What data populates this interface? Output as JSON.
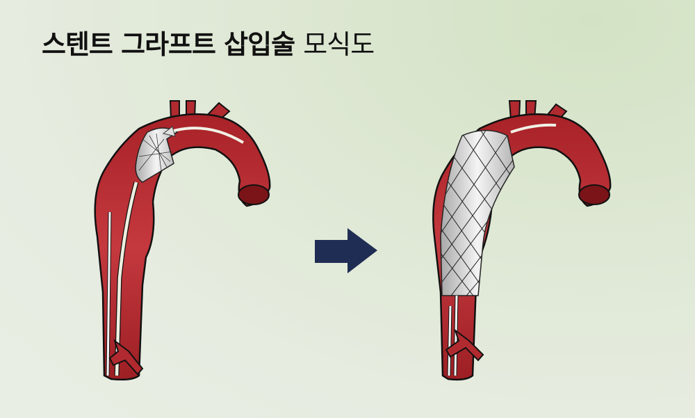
{
  "title": {
    "bold_part": "스텐트 그라프트 삽입술",
    "regular_part": "모식도"
  },
  "panels": [
    {
      "name": "before",
      "description": "aorta with catheter delivering compressed stent graft"
    },
    {
      "name": "after",
      "description": "aorta with expanded stent graft deployed"
    }
  ],
  "arrow": {
    "direction": "right",
    "color": "#1f2d54"
  },
  "colors": {
    "background": "#e2eada",
    "vessel": "#b3262b",
    "vessel_dark": "#8a1a1e",
    "outline": "#1a1a1a",
    "stent": "#d9d9d9",
    "catheter": "#f2f2e4"
  }
}
